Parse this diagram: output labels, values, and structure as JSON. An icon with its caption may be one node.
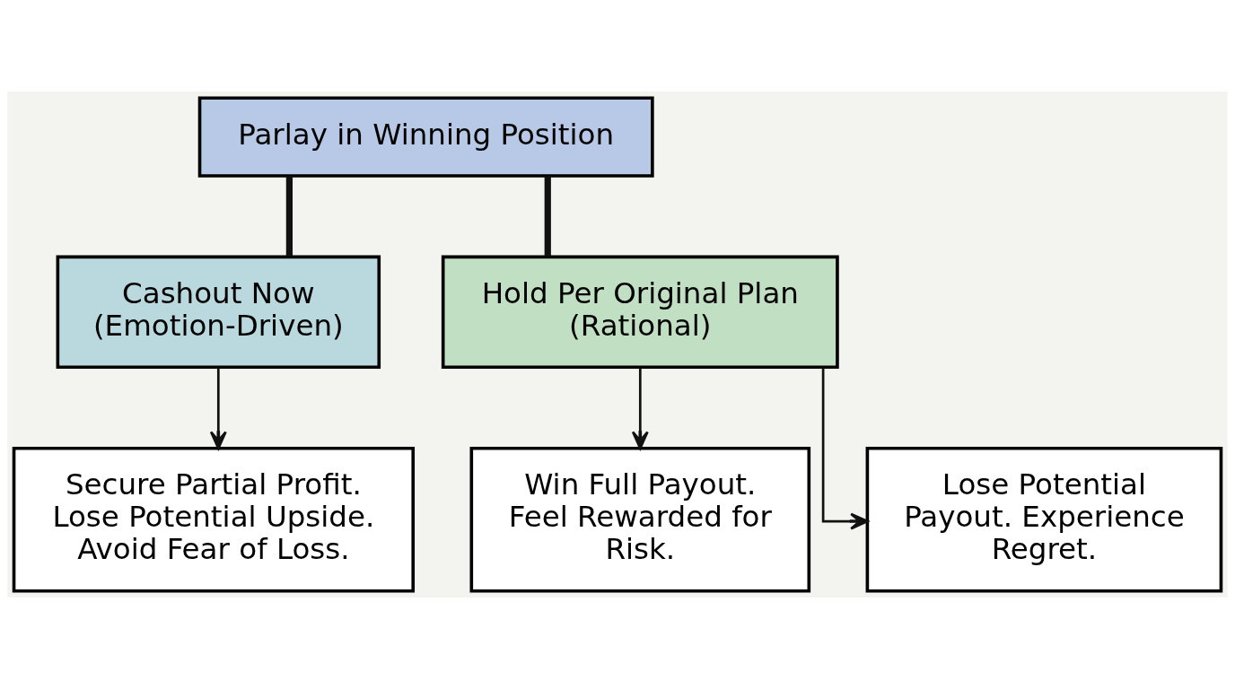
{
  "diagram": {
    "nodes": [
      {
        "text": [
          "Parlay in Winning Position"
        ]
      },
      {
        "text": [
          "Cashout Now (Emotion-Driven)"
        ]
      },
      {
        "text": [
          "Hold Per Original Plan (Rational)"
        ]
      },
      {
        "text": [
          "Secure Partial Profit. Lose Potential Upside. Avoid Fear of Loss."
        ]
      },
      {
        "text": [
          "Win Full Payout. Feel Rewarded for Risk."
        ]
      },
      {
        "text": [
          "Lose Potential Payout. Experience Regret."
        ]
      }
    ],
    "edges": [
      {
        "from": 0,
        "to": 1,
        "arrow": "none",
        "style": "thick"
      },
      {
        "from": 0,
        "to": 2,
        "arrow": "none",
        "style": "thick"
      },
      {
        "from": 1,
        "to": 3,
        "arrow": "to"
      },
      {
        "from": 2,
        "to": 4,
        "arrow": "to"
      },
      {
        "from": 2,
        "to": 5,
        "arrow": "to"
      }
    ]
  }
}
